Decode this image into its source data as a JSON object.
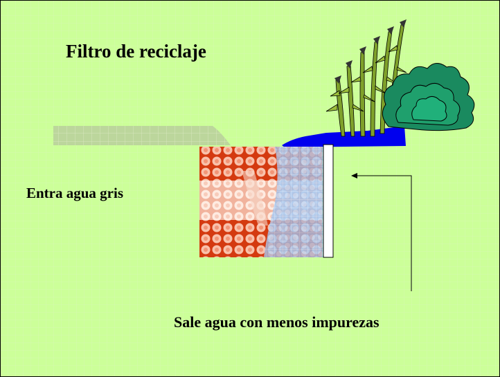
{
  "colors": {
    "background": "#ccff99",
    "gravel": "#cc3300",
    "water": "#0000ee",
    "inflow_pipe": "#bcd69c",
    "foliage": "#1a8a5f",
    "corn": "#7fa12a"
  },
  "icons": [
    "inflow-channel",
    "gravel-filter",
    "filter-wall",
    "water-surface",
    "corn-plants",
    "shrub",
    "outflow-arrow"
  ],
  "title": "Filtro de reciclaje",
  "inlet_label": "Entra agua gris",
  "outlet_label": "Sale agua con menos impurezas"
}
